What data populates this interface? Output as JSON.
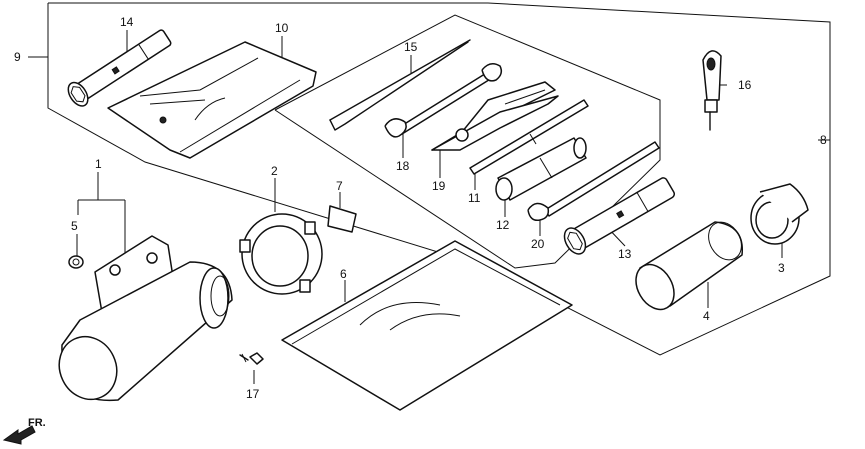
{
  "callouts": {
    "c1": "1",
    "c2": "2",
    "c3": "3",
    "c4": "4",
    "c5": "5",
    "c6": "6",
    "c7": "7",
    "c8": "8",
    "c9": "9",
    "c10": "10",
    "c11": "11",
    "c12": "12",
    "c13": "13",
    "c14": "14",
    "c15": "15",
    "c16": "16",
    "c17": "17",
    "c18": "18",
    "c19": "19",
    "c20": "20"
  },
  "direction_label": "FR."
}
